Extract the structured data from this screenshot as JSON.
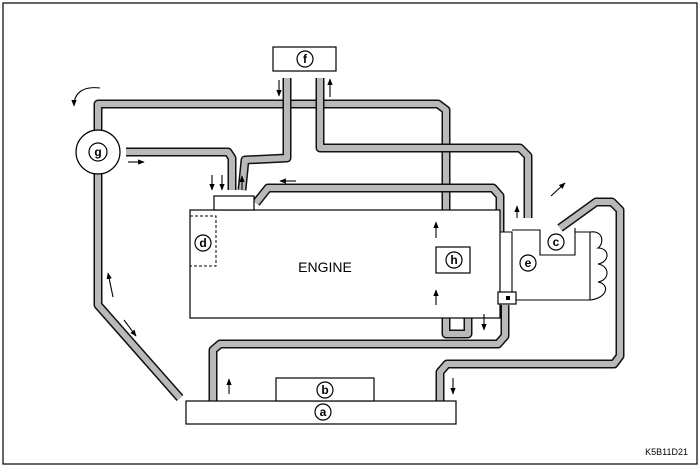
{
  "diagram": {
    "engine_label": "ENGINE",
    "figure_code": "K5B11D21",
    "components": {
      "a": "a",
      "b": "b",
      "c": "c",
      "d": "d",
      "e": "e",
      "f": "f",
      "g": "g",
      "h": "h"
    }
  }
}
